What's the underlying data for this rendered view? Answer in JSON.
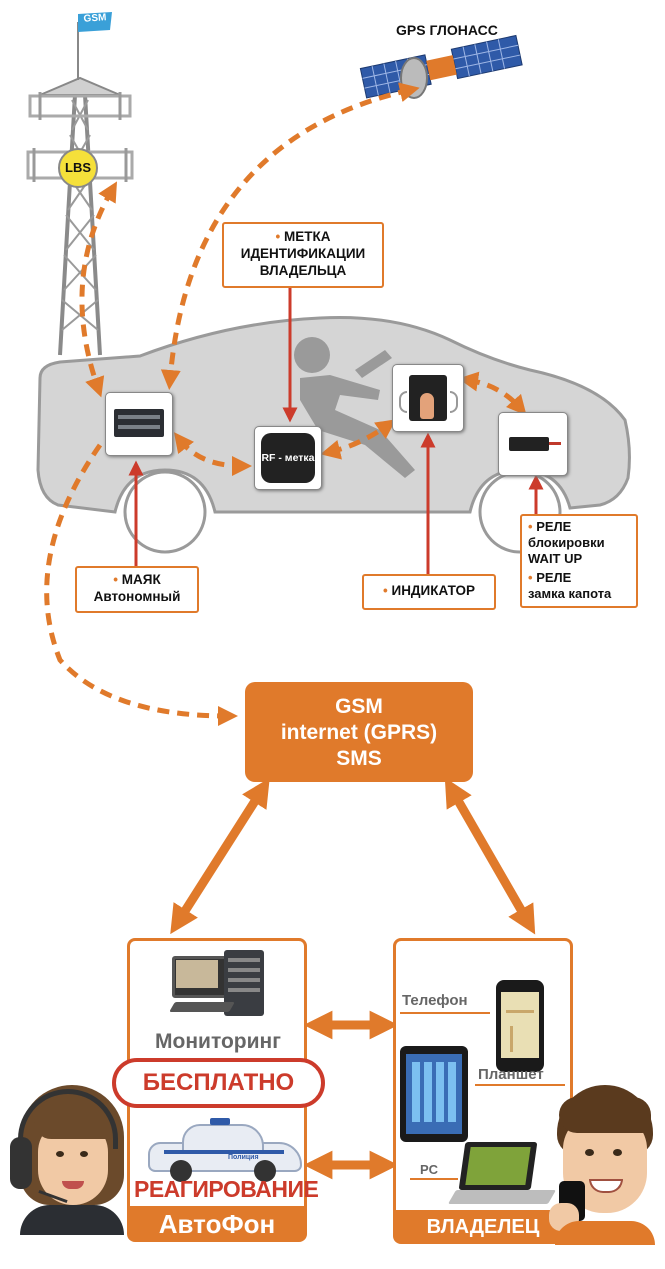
{
  "satellite_label": "GPS ГЛОНАСС",
  "tower": {
    "flag_text": "GSM",
    "badge_text": "LBS"
  },
  "rf_tag_text": "RF - метка",
  "owner_tag_label": {
    "bullet": "•",
    "lines": [
      "МЕТКА",
      "ИДЕНТИФИКАЦИИ",
      "ВЛАДЕЛЬЦА"
    ]
  },
  "beacon_label": {
    "bullet": "•",
    "line1": "МАЯК",
    "line2": "Автономный"
  },
  "indicator_label": {
    "bullet": "•",
    "text": "ИНДИКАТОР"
  },
  "relay_label": {
    "bullet": "•",
    "relay1_line1": "РЕЛЕ",
    "relay1_line2": "блокировки",
    "relay1_line3": "WAIT UP",
    "relay2_line1": "РЕЛЕ",
    "relay2_line2": "замка капота"
  },
  "gsm_box": {
    "line1": "GSM",
    "line2": "internet (GPRS)",
    "line3": "SMS"
  },
  "left_panel": {
    "monitoring_label": "Мониторинг",
    "free_label": "БЕСПЛАТНО",
    "response_label": "РЕАГИРОВАНИЕ",
    "brand_label": "АвтоФон",
    "police_car_text": "Полиция"
  },
  "right_panel": {
    "phone_label": "Телефон",
    "tablet_label": "Планшет",
    "pc_label": "PC",
    "owner_label": "ВЛАДЕЛЕЦ"
  },
  "colors": {
    "accent": "#e07a2b",
    "red": "#cc3b2b",
    "car_gray": "#d5d5d5",
    "car_outline": "#9a9a9a"
  }
}
